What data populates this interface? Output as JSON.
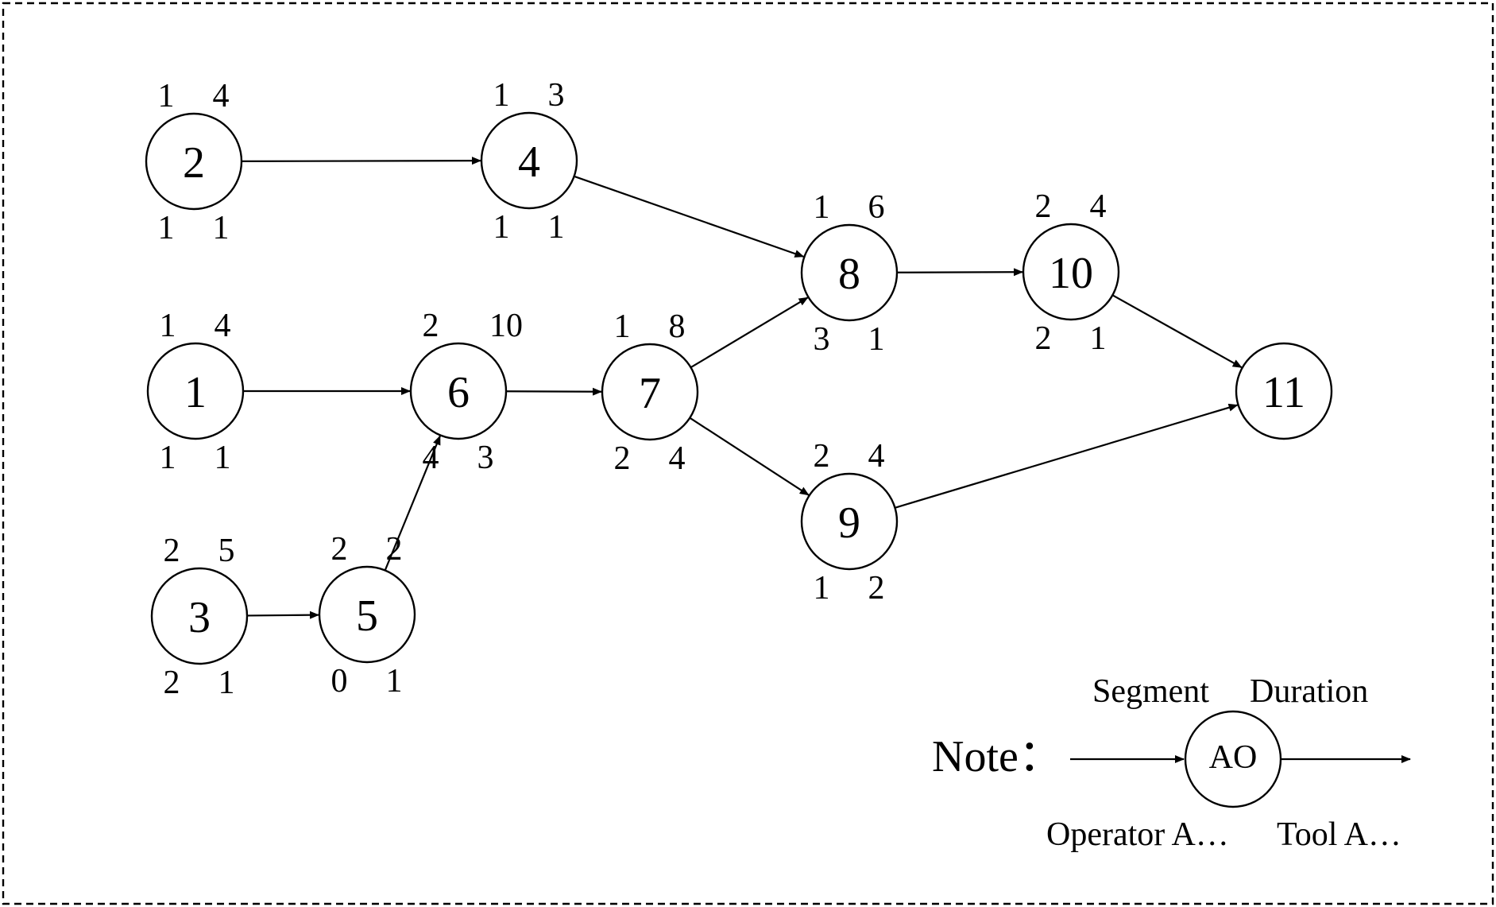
{
  "nodes": [
    {
      "id": "1",
      "tl": "1",
      "tr": "4",
      "bl": "1",
      "br": "1"
    },
    {
      "id": "2",
      "tl": "1",
      "tr": "4",
      "bl": "1",
      "br": "1"
    },
    {
      "id": "3",
      "tl": "2",
      "tr": "5",
      "bl": "2",
      "br": "1"
    },
    {
      "id": "4",
      "tl": "1",
      "tr": "3",
      "bl": "1",
      "br": "1"
    },
    {
      "id": "5",
      "tl": "2",
      "tr": "2",
      "bl": "0",
      "br": "1"
    },
    {
      "id": "6",
      "tl": "2",
      "tr": "10",
      "bl": "4",
      "br": "3"
    },
    {
      "id": "7",
      "tl": "1",
      "tr": "8",
      "bl": "2",
      "br": "4"
    },
    {
      "id": "8",
      "tl": "1",
      "tr": "6",
      "bl": "3",
      "br": "1"
    },
    {
      "id": "9",
      "tl": "2",
      "tr": "4",
      "bl": "1",
      "br": "2"
    },
    {
      "id": "10",
      "tl": "2",
      "tr": "4",
      "bl": "2",
      "br": "1"
    },
    {
      "id": "11",
      "tl": "",
      "tr": "",
      "bl": "",
      "br": ""
    }
  ],
  "edges": [
    {
      "from": "2",
      "to": "4"
    },
    {
      "from": "4",
      "to": "8"
    },
    {
      "from": "1",
      "to": "6"
    },
    {
      "from": "5",
      "to": "6"
    },
    {
      "from": "3",
      "to": "5"
    },
    {
      "from": "6",
      "to": "7"
    },
    {
      "from": "7",
      "to": "8"
    },
    {
      "from": "7",
      "to": "9"
    },
    {
      "from": "8",
      "to": "10"
    },
    {
      "from": "10",
      "to": "11"
    },
    {
      "from": "9",
      "to": "11"
    }
  ],
  "legend": {
    "title": "Note：",
    "node_label": "AO",
    "top_left": "Segment",
    "top_right": "Duration",
    "bottom_left": "Operator A…",
    "bottom_right": "Tool A…"
  }
}
